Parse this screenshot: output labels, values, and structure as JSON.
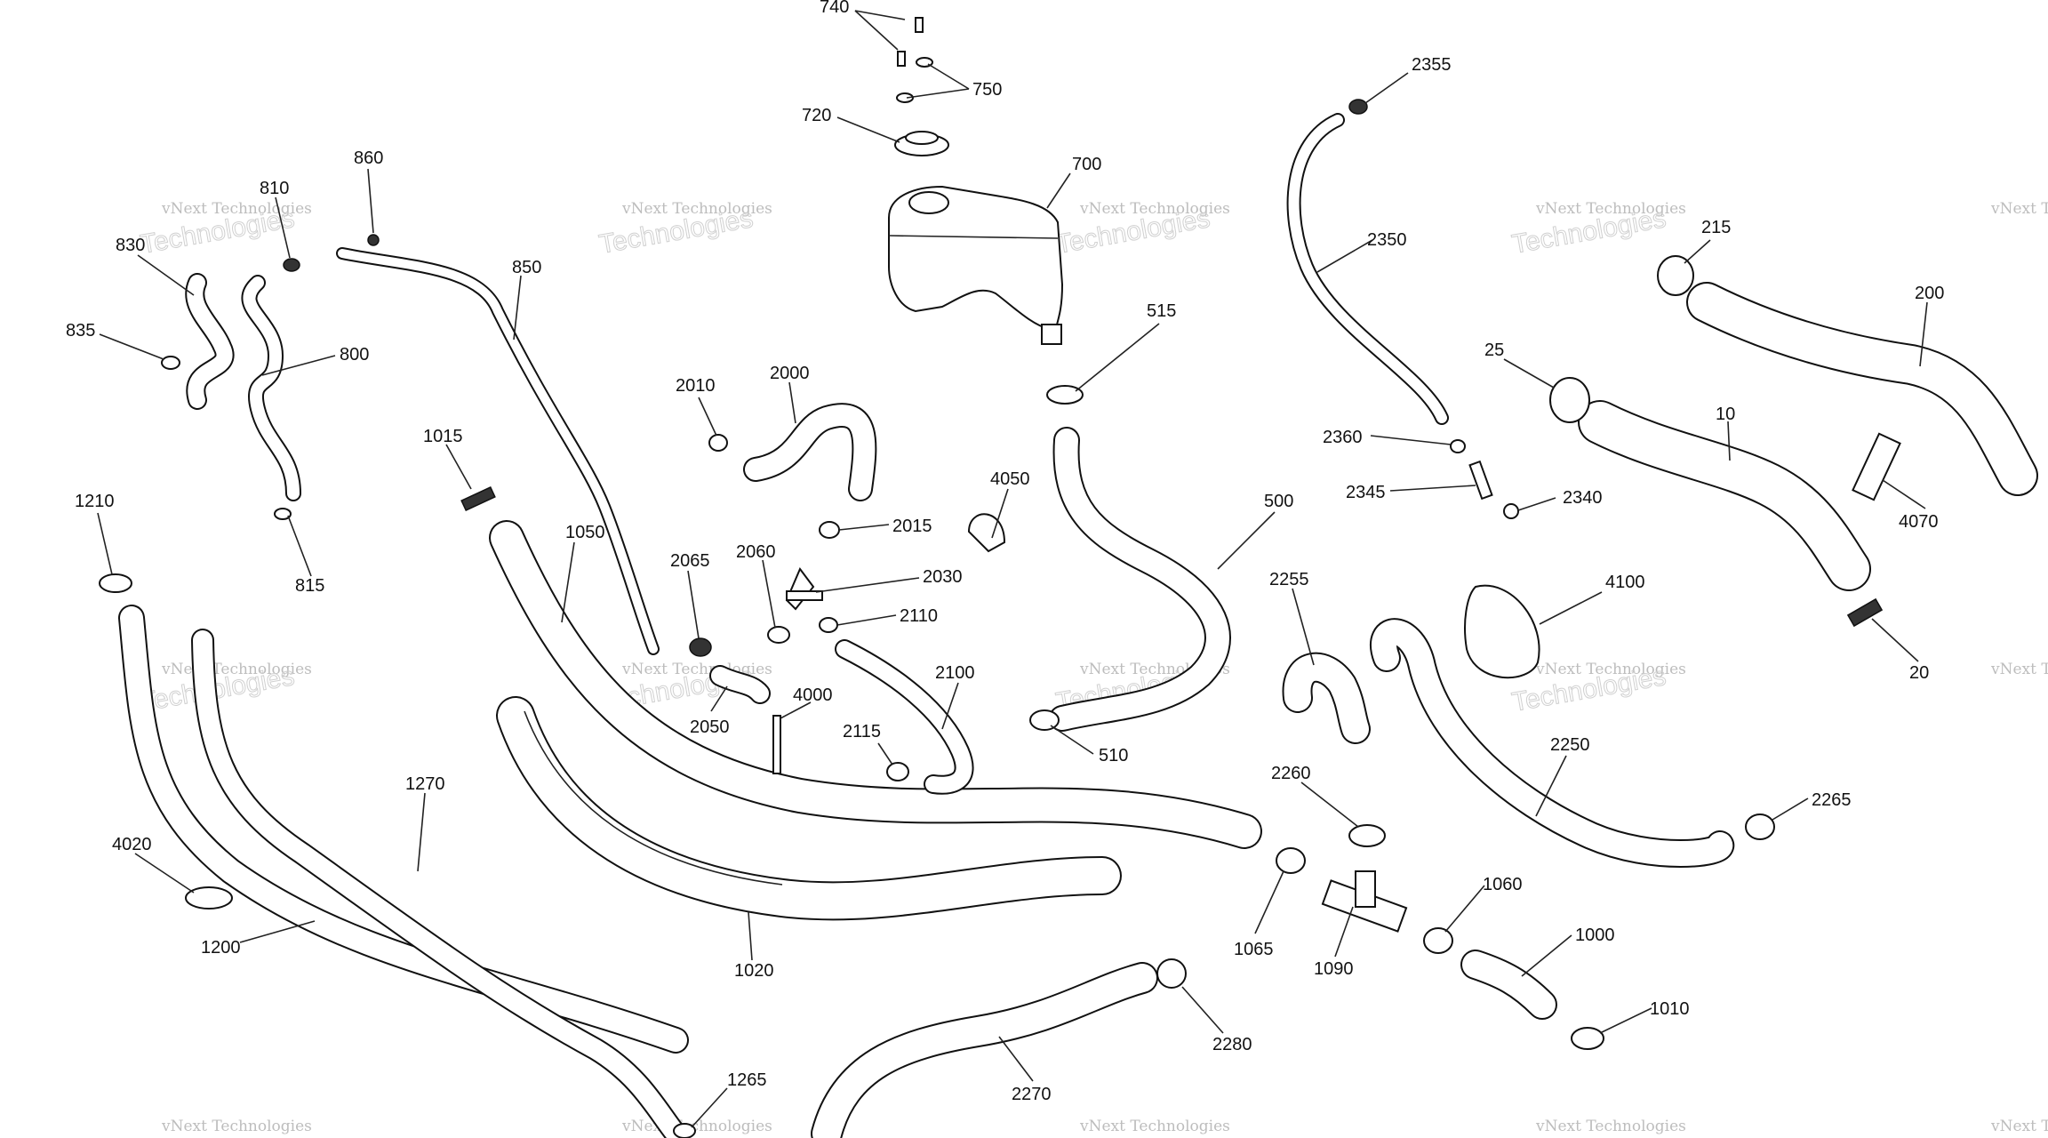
{
  "watermark": {
    "line1": "vNext Technologies",
    "line2": "Technologies",
    "line3": "vNext"
  },
  "callouts": [
    {
      "id": "c740",
      "text": "740"
    },
    {
      "id": "c750",
      "text": "750"
    },
    {
      "id": "c720",
      "text": "720"
    },
    {
      "id": "c700",
      "text": "700"
    },
    {
      "id": "c515",
      "text": "515"
    },
    {
      "id": "c860",
      "text": "860"
    },
    {
      "id": "c810",
      "text": "810"
    },
    {
      "id": "c830",
      "text": "830"
    },
    {
      "id": "c835",
      "text": "835"
    },
    {
      "id": "c800",
      "text": "800"
    },
    {
      "id": "c815",
      "text": "815"
    },
    {
      "id": "c850",
      "text": "850"
    },
    {
      "id": "c1015",
      "text": "1015"
    },
    {
      "id": "c1210",
      "text": "1210"
    },
    {
      "id": "c1050",
      "text": "1050"
    },
    {
      "id": "c2010",
      "text": "2010"
    },
    {
      "id": "c2000",
      "text": "2000"
    },
    {
      "id": "c2015",
      "text": "2015"
    },
    {
      "id": "c2065",
      "text": "2065"
    },
    {
      "id": "c2060",
      "text": "2060"
    },
    {
      "id": "c2030",
      "text": "2030"
    },
    {
      "id": "c2110",
      "text": "2110"
    },
    {
      "id": "c2050",
      "text": "2050"
    },
    {
      "id": "c4000",
      "text": "4000"
    },
    {
      "id": "c2100",
      "text": "2100"
    },
    {
      "id": "c2115",
      "text": "2115"
    },
    {
      "id": "c4050",
      "text": "4050"
    },
    {
      "id": "c500",
      "text": "500"
    },
    {
      "id": "c510",
      "text": "510"
    },
    {
      "id": "c2355",
      "text": "2355"
    },
    {
      "id": "c2350",
      "text": "2350"
    },
    {
      "id": "c2360",
      "text": "2360"
    },
    {
      "id": "c2345",
      "text": "2345"
    },
    {
      "id": "c2340",
      "text": "2340"
    },
    {
      "id": "c25",
      "text": "25"
    },
    {
      "id": "c10",
      "text": "10"
    },
    {
      "id": "c215",
      "text": "215"
    },
    {
      "id": "c200",
      "text": "200"
    },
    {
      "id": "c4070",
      "text": "4070"
    },
    {
      "id": "c20",
      "text": "20"
    },
    {
      "id": "c4100",
      "text": "4100"
    },
    {
      "id": "c2255",
      "text": "2255"
    },
    {
      "id": "c2250",
      "text": "2250"
    },
    {
      "id": "c2260",
      "text": "2260"
    },
    {
      "id": "c2265",
      "text": "2265"
    },
    {
      "id": "c1065",
      "text": "1065"
    },
    {
      "id": "c1090",
      "text": "1090"
    },
    {
      "id": "c1060",
      "text": "1060"
    },
    {
      "id": "c1000",
      "text": "1000"
    },
    {
      "id": "c1010",
      "text": "1010"
    },
    {
      "id": "c2280",
      "text": "2280"
    },
    {
      "id": "c2270",
      "text": "2270"
    },
    {
      "id": "c1270",
      "text": "1270"
    },
    {
      "id": "c4020",
      "text": "4020"
    },
    {
      "id": "c1200",
      "text": "1200"
    },
    {
      "id": "c1020",
      "text": "1020"
    },
    {
      "id": "c1265",
      "text": "1265"
    }
  ]
}
